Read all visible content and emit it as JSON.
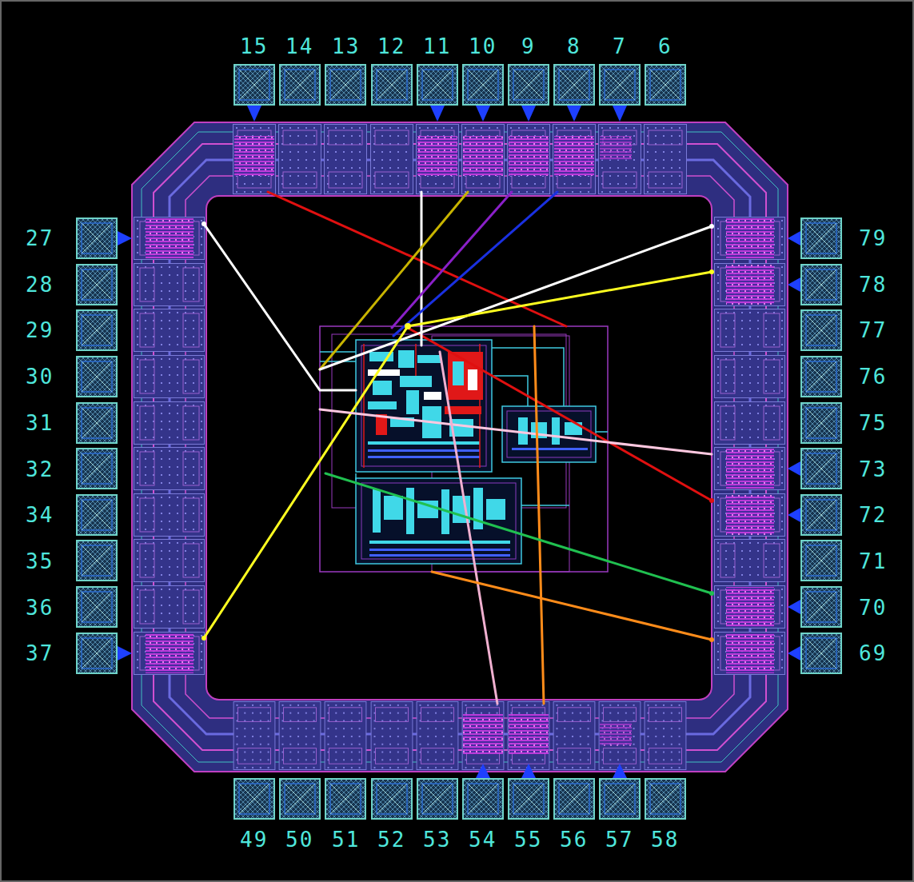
{
  "diagram": {
    "labels": [
      "15",
      "14",
      "13",
      "12",
      "11",
      "10",
      "9",
      "8",
      "7",
      "6",
      "27",
      "28",
      "29",
      "30",
      "31",
      "32",
      "34",
      "35",
      "36",
      "37",
      "79",
      "78",
      "77",
      "76",
      "75",
      "73",
      "72",
      "71",
      "70",
      "69",
      "49",
      "50",
      "51",
      "52",
      "53",
      "54",
      "55",
      "56",
      "57",
      "58"
    ]
  }
}
